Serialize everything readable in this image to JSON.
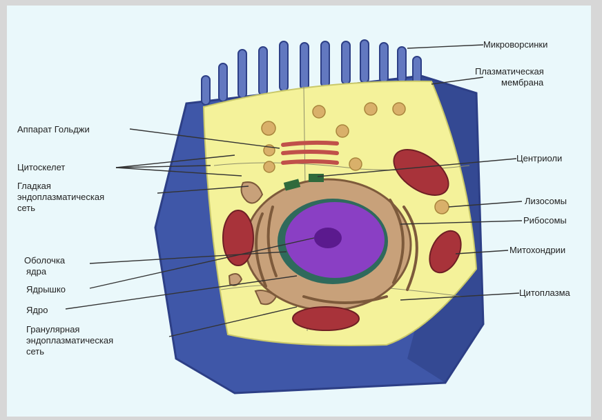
{
  "labels": {
    "microvilli": "Микроворсинки",
    "plasma_membrane_1": "Плазматическая",
    "plasma_membrane_2": "мембрана",
    "golgi": "Аппарат Гольджи",
    "cytoskeleton": "Цитоскелет",
    "centrioles": "Центриоли",
    "smooth_er_1": "Гладкая",
    "smooth_er_2": "эндоплазматическая",
    "smooth_er_3": "сеть",
    "lysosomes": "Лизосомы",
    "ribosomes": "Рибосомы",
    "nuclear_envelope_1": "Оболочка",
    "nuclear_envelope_2": "ядра",
    "mitochondria": "Митохондрии",
    "nucleolus": "Ядрышко",
    "nucleus": "Ядро",
    "cytoplasm": "Цитоплазма",
    "rough_er_1": "Гранулярная",
    "rough_er_2": "эндоплазматическая",
    "rough_er_3": "сеть"
  },
  "colors": {
    "background": "#d7d7d7",
    "panel": "#eaf8fb",
    "cell_outer": "#3f57a8",
    "cell_outer_dark": "#2d3f86",
    "cytoplasm": "#f4f29a",
    "nucleus": "#8a3fc4",
    "nucleolus": "#5b1a8e",
    "mitochondria": "#a8333a",
    "golgi": "#c0504a",
    "er": "#a37a53",
    "lysosome": "#d9b06a"
  }
}
